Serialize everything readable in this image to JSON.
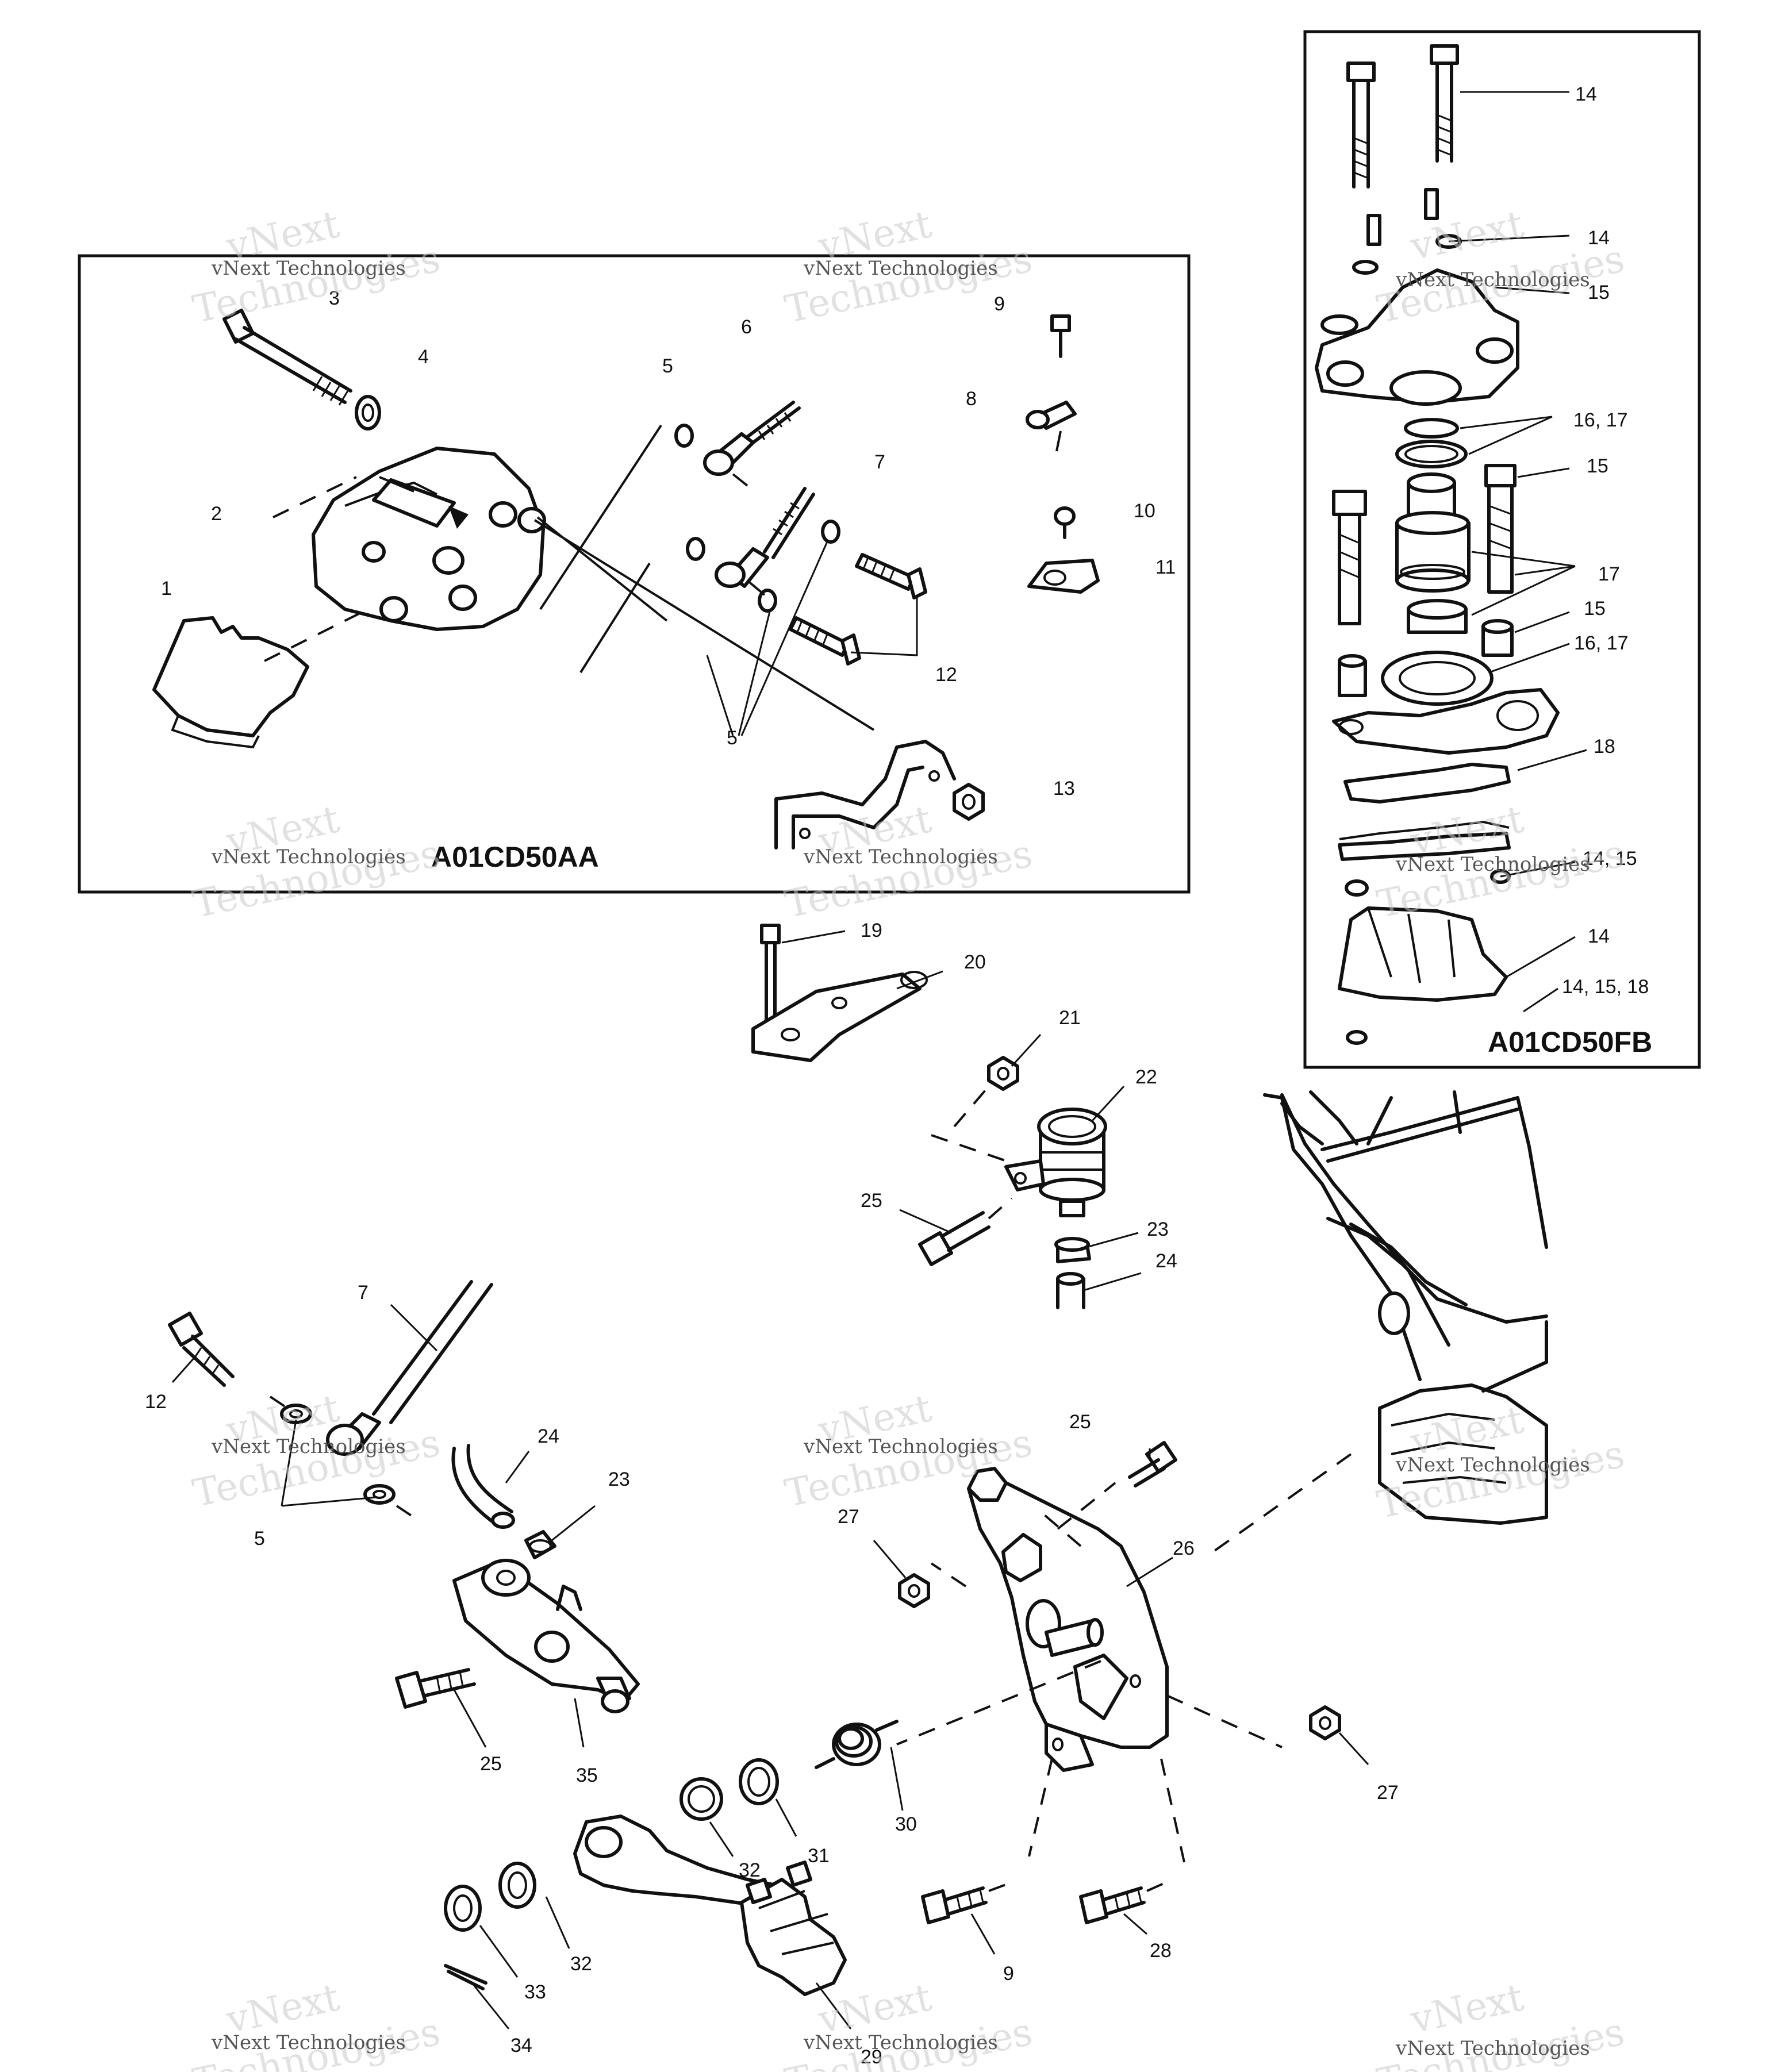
{
  "diagram": {
    "inset_codes": {
      "caliper_inset": "A01CD50AA",
      "exploded_inset": "A01CD50FB"
    },
    "watermark": {
      "company": "vNext Technologies",
      "word_top": "vNext",
      "word_bottom": "Technologies"
    },
    "callouts": {
      "c1": "1",
      "c2": "2",
      "c3": "3",
      "c4": "4",
      "c5a": "5",
      "c5b": "5",
      "c5c": "5",
      "c6": "6",
      "c7a": "7",
      "c7b": "7",
      "c8": "8",
      "c9a": "9",
      "c9b": "9",
      "c10": "10",
      "c11": "11",
      "c12a": "12",
      "c12b": "12",
      "c13": "13",
      "r14a": "14",
      "r14b": "14",
      "r15a": "15",
      "r1617a": "16, 17",
      "r15b": "15",
      "r17": "17",
      "r15c": "15",
      "r1617b": "16, 17",
      "r18": "18",
      "r1415": "14, 15",
      "r14c": "14",
      "r141518": "14, 15, 18",
      "c19": "19",
      "c20": "20",
      "c21": "21",
      "c22": "22",
      "c23a": "23",
      "c23b": "23",
      "c24a": "24",
      "c24b": "24",
      "c25a": "25",
      "c25b": "25",
      "c25c": "25",
      "c26": "26",
      "c27a": "27",
      "c27b": "27",
      "c28": "28",
      "c29": "29",
      "c30": "30",
      "c31": "31",
      "c32a": "32",
      "c32b": "32",
      "c33": "33",
      "c34": "34",
      "c35": "35"
    }
  }
}
